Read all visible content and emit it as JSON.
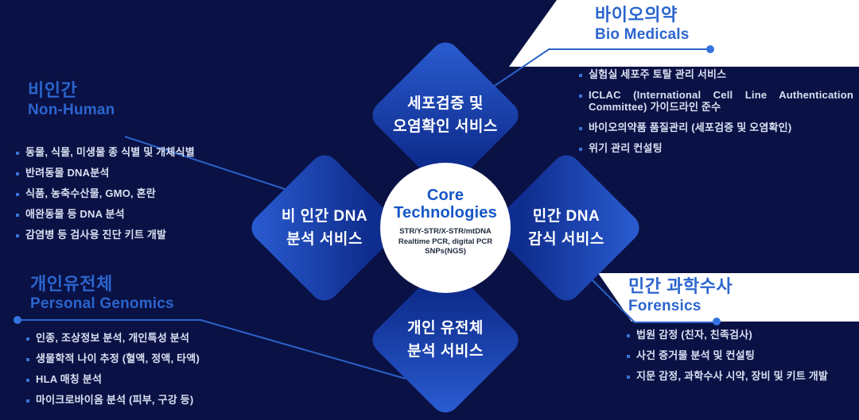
{
  "colors": {
    "background_navy": "#0A1144",
    "panel_white": "#FFFFFF",
    "heading_blue": "#2B65CE",
    "diamond_blue_light": "#2B5ED4",
    "diamond_blue_dark": "#0F2D8E",
    "connector_blue": "#2A62C8",
    "bullet_text": "#D9E0F2",
    "core_title_blue": "#1456C8"
  },
  "center": {
    "title_line1": "Core",
    "title_line2": "Technologies",
    "tech_lines": [
      "STR/Y-STR/X-STR/mtDNA",
      "Realtime PCR, digital PCR",
      "SNPs(NGS)"
    ]
  },
  "diamonds": {
    "top": {
      "lines": [
        "세포검증 및",
        "오염확인 서비스"
      ]
    },
    "left": {
      "lines": [
        "비 인간 DNA",
        "분석 서비스"
      ]
    },
    "right": {
      "lines": [
        "민간 DNA",
        "감식 서비스"
      ]
    },
    "bottom": {
      "lines": [
        "개인 유전체",
        "분석 서비스"
      ]
    }
  },
  "sections": {
    "non_human": {
      "title_ko": "비인간",
      "title_en": "Non-Human",
      "items": [
        "동물, 식물, 미생물 종 식별 및 개체식별",
        "반려동물 DNA분석",
        "식품, 농축수산물, GMO, 혼란",
        "애완동물 등 DNA 분석",
        "감염병 등 검사용 진단 키트 개발"
      ]
    },
    "bio_medicals": {
      "title_ko": "바이오의약",
      "title_en": "Bio Medicals",
      "items": [
        "실험실 세포주 토탈 관리 서비스",
        "ICLAC (International Cell Line Authentication Committee) 가이드라인 준수",
        "바이오의약품 품질관리 (세포검증 및 오염확인)",
        "위기 관리 컨설팅"
      ]
    },
    "personal_genomics": {
      "title_ko": "개인유전체",
      "title_en": "Personal Genomics",
      "items": [
        "인종, 조상정보 분석, 개인특성 분석",
        "생물학적 나이 추정 (혈액, 정액, 타액)",
        "HLA 매칭 분석",
        "마이크로바이옴 분석 (피부, 구강 등)"
      ]
    },
    "forensics": {
      "title_ko": "민간 과학수사",
      "title_en": "Forensics",
      "items": [
        "법원 감정 (친자, 친족검사)",
        "사건 증거물 분석 및 컨설팅",
        "지문 감정, 과학수사 시약, 장비 및 키트 개발"
      ]
    }
  }
}
